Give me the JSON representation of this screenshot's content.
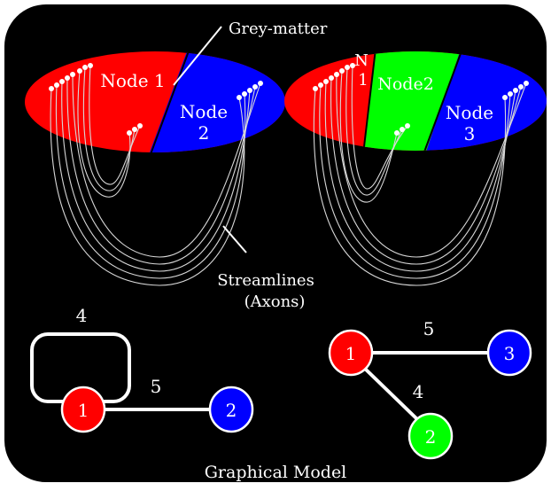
{
  "colors": {
    "background": "#000000",
    "frame": "#ffffff",
    "red": "#ff0000",
    "blue": "#0000ff",
    "green": "#00ff00",
    "line": "#ffffff"
  },
  "labels": {
    "grey_matter": "Grey-matter",
    "streamlines_line1": "Streamlines",
    "streamlines_line2": "(Axons)",
    "caption": "Graphical Model"
  },
  "left_brain": {
    "node1": "Node 1",
    "node2_line1": "Node",
    "node2_line2": "2"
  },
  "right_brain": {
    "node1_line1": "N",
    "node1_line2": "1",
    "node2": "Node2",
    "node3_line1": "Node",
    "node3_line2": "3"
  },
  "left_graph": {
    "nodes": [
      {
        "id": "1",
        "color": "red"
      },
      {
        "id": "2",
        "color": "blue"
      }
    ],
    "edges": [
      {
        "from": "1",
        "to": "1",
        "weight": "4"
      },
      {
        "from": "1",
        "to": "2",
        "weight": "5"
      }
    ]
  },
  "right_graph": {
    "nodes": [
      {
        "id": "1",
        "color": "red"
      },
      {
        "id": "3",
        "color": "blue"
      },
      {
        "id": "2",
        "color": "green"
      }
    ],
    "edges": [
      {
        "from": "1",
        "to": "3",
        "weight": "5"
      },
      {
        "from": "1",
        "to": "2",
        "weight": "4"
      }
    ]
  }
}
